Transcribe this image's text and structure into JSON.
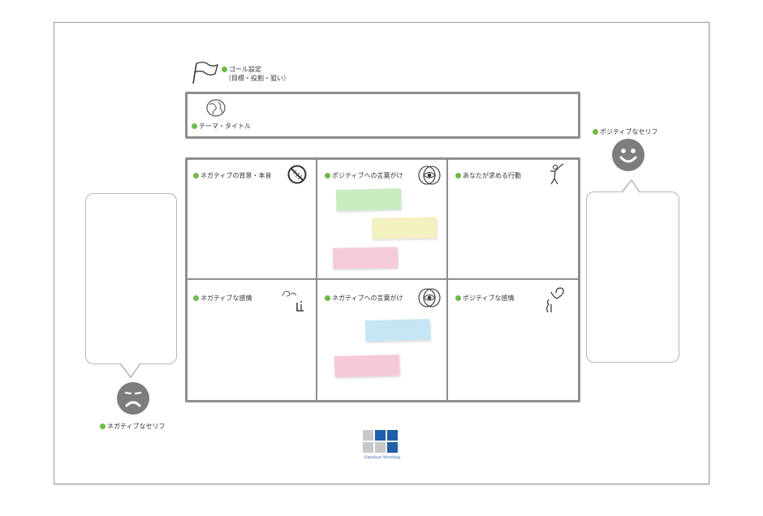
{
  "goal": {
    "line1": "ゴール設定",
    "line2": "（目標・役割・狙い）"
  },
  "theme": {
    "label": "テーマ・タイトル"
  },
  "cells": {
    "neg_background": "ネガティブの背景・本音",
    "pos_words_top": "ポジティブへの言葉がけ",
    "desired_action": "あなたが求める行動",
    "neg_emotion": "ネガティブな感情",
    "pos_words_bottom": "ネガティブへの言葉がけ",
    "pos_emotion": "ポジティブな感情"
  },
  "bubbles": {
    "positive_label": "ポジティブなセリフ",
    "negative_label": "ネガティブなセリフ"
  },
  "colors": {
    "step_dot": "#6dbb47",
    "note_green": "#c9ecc0",
    "note_yellow": "#f3f1bf",
    "note_pink_1": "#f6cbd8",
    "note_blue": "#c6e6f5",
    "note_pink_2": "#f6c9d6",
    "logo_blue": "#1f5ea8",
    "logo_gray": "#c8c8c8"
  },
  "icons": [
    "flag-icon",
    "globe-icon",
    "no-entry-icon",
    "eye-icon",
    "figure-icon",
    "heart-icon",
    "smiley-face-icon",
    "sad-face-icon"
  ],
  "footer": {
    "brand": "Emotion Wording"
  }
}
